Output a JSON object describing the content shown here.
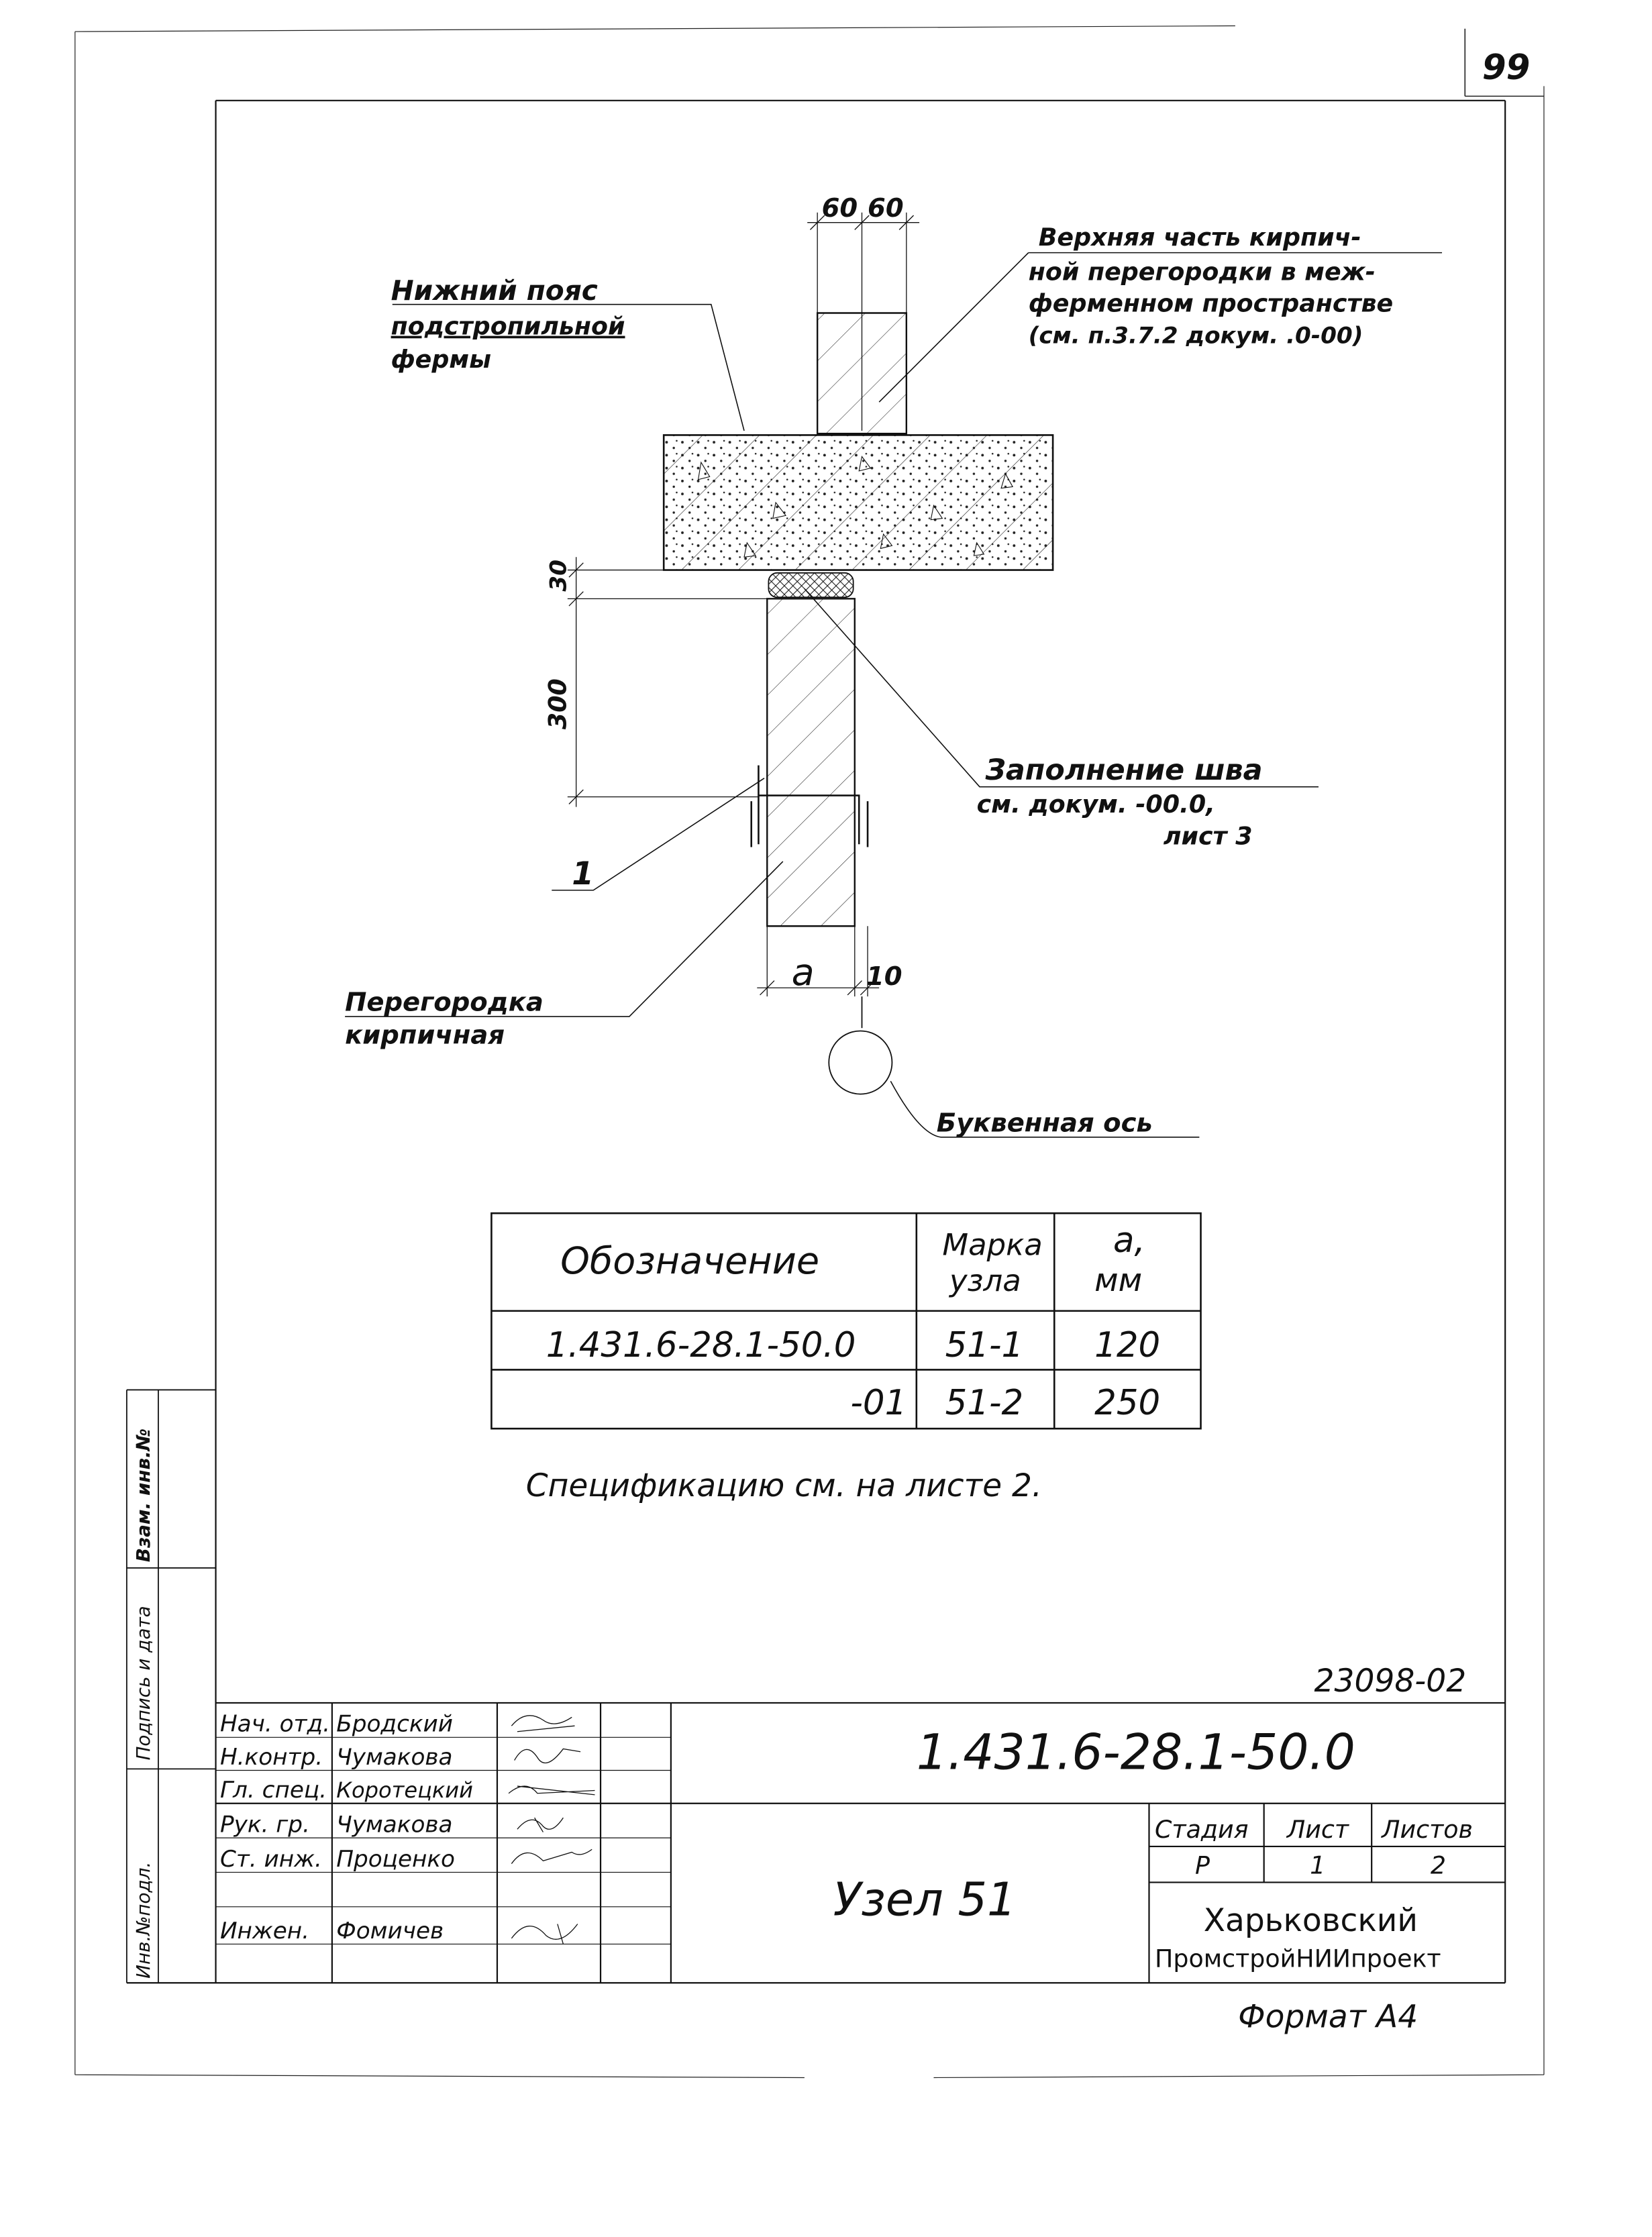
{
  "sheet": {
    "page_number": "99",
    "archive_number": "23098-02",
    "format_note": "Формат А4",
    "spec_note": "Спецификацию см. на листе 2."
  },
  "drawing": {
    "dims": {
      "top_left": "60",
      "top_right": "60",
      "gap": "30",
      "height": "300",
      "a": "a",
      "ten": "10"
    },
    "callouts": {
      "truss_lines": [
        "Нижний пояс",
        "подстропильной",
        "фермы"
      ],
      "upper_wall_lines": [
        "Верхняя часть кирпич-",
        "ной перегородки в меж-",
        "ферменном пространстве",
        "(см. п.3.7.2 докум. .0-00)"
      ],
      "joint_lines": [
        "Заполнение шва",
        "см. докум. -00.0,",
        "лист 3"
      ],
      "item_one": "1",
      "partition_lines": [
        "Перегородка",
        "кирпичная"
      ],
      "axis_label": "Буквенная ось"
    }
  },
  "spec_table": {
    "headers": [
      "Обозначение",
      "Марка узла",
      "a, мм"
    ],
    "header_col2_lines": [
      "Марка",
      "узла"
    ],
    "header_col3_lines": [
      "a,",
      "мм"
    ],
    "rows": [
      {
        "designation": "1.431.6-28.1-50.0",
        "mark": "51-1",
        "a": "120"
      },
      {
        "designation": "-01",
        "mark": "51-2",
        "a": "250"
      }
    ]
  },
  "side_stamp": [
    "Инв.№подл.",
    "Подпись и дата",
    "Взам. инв.№"
  ],
  "title_block": {
    "document_code": "1.431.6-28.1-50.0",
    "title": "Узел 51",
    "roles": [
      {
        "role": "Нач. отд.",
        "name": "Бродский"
      },
      {
        "role": "Н.контр.",
        "name": "Чумакова"
      },
      {
        "role": "Гл. спец.",
        "name": "Коротецкий"
      },
      {
        "role": "Рук. гр.",
        "name": "Чумакова"
      },
      {
        "role": "Ст. инж.",
        "name": "Проценко"
      },
      {
        "role": "",
        "name": ""
      },
      {
        "role": "Инжен.",
        "name": "Фомичев"
      }
    ],
    "stage_header": "Стадия",
    "sheet_header": "Лист",
    "sheets_header": "Листов",
    "stage": "Р",
    "sheet": "1",
    "sheets": "2",
    "org_lines": [
      "Харьковский",
      "ПромстройНИИпроект"
    ]
  }
}
